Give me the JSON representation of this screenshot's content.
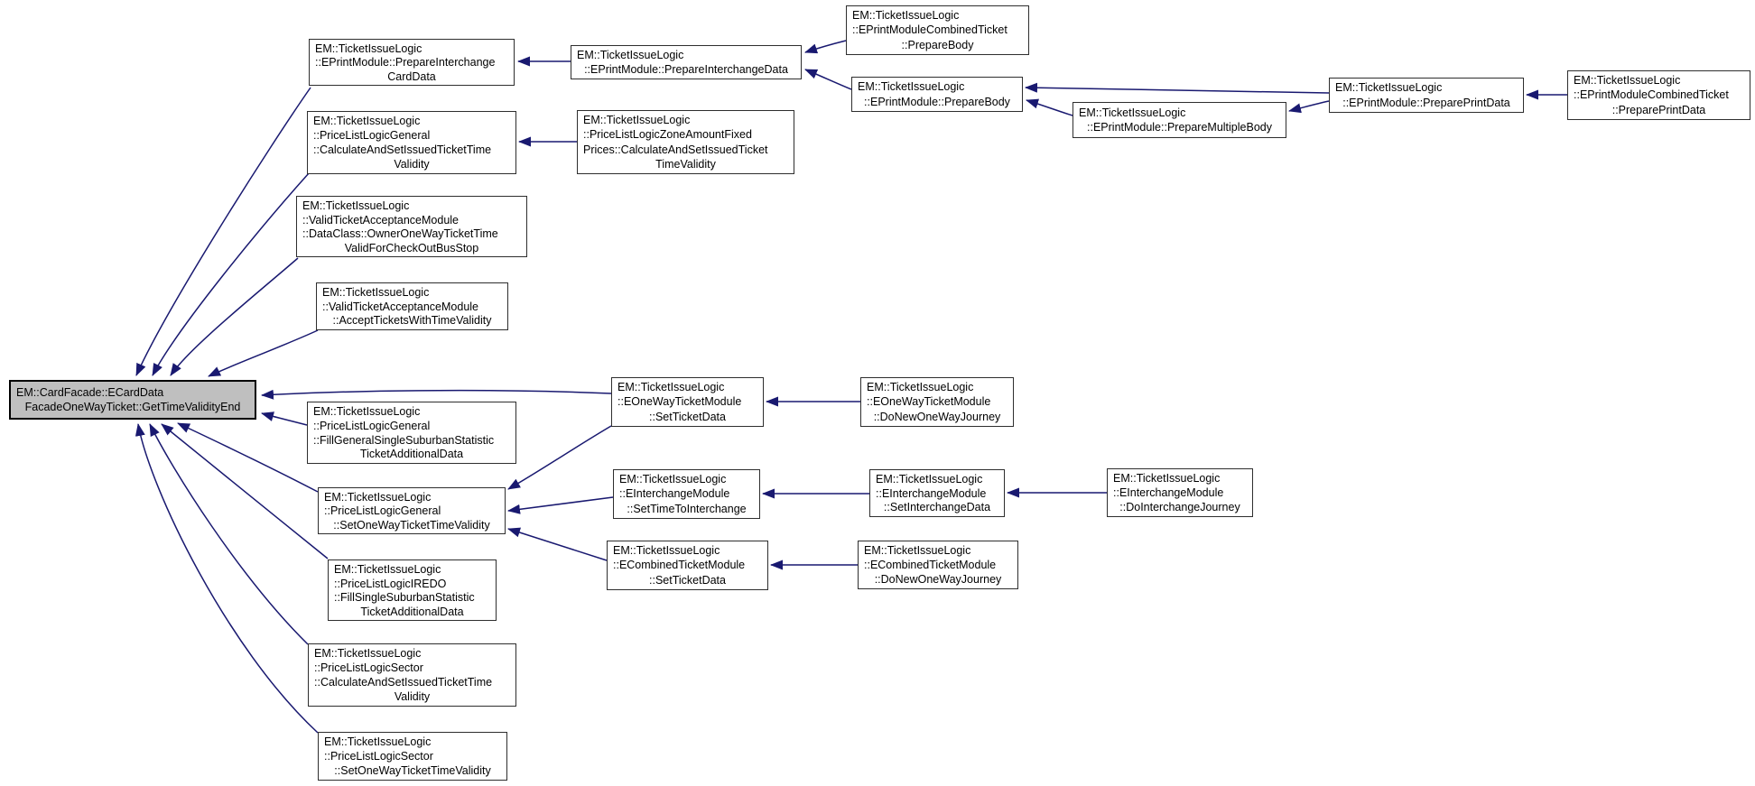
{
  "diagram": {
    "kind": "caller-graph",
    "background_color": "#ffffff",
    "edge_color": "#191970",
    "node_border_color": "#2e2e2e",
    "node_fill_color": "#ffffff",
    "root_fill_color": "#bfbfbf",
    "nodes": [
      {
        "id": "root",
        "is_root": true,
        "lines": [
          "EM::CardFacade::ECardData",
          "FacadeOneWayTicket::GetTimeValidityEnd"
        ]
      },
      {
        "id": "prepareInterchangeCardData",
        "is_root": false,
        "lines": [
          "EM::TicketIssueLogic",
          "::EPrintModule::PrepareInterchange",
          "CardData"
        ]
      },
      {
        "id": "generalCalcValidity",
        "is_root": false,
        "lines": [
          "EM::TicketIssueLogic",
          "::PriceListLogicGeneral",
          "::CalculateAndSetIssuedTicketTime",
          "Validity"
        ]
      },
      {
        "id": "ownerOneWay",
        "is_root": false,
        "lines": [
          "EM::TicketIssueLogic",
          "::ValidTicketAcceptanceModule",
          "::DataClass::OwnerOneWayTicketTime",
          "ValidForCheckOutBusStop"
        ]
      },
      {
        "id": "acceptTickets",
        "is_root": false,
        "lines": [
          "EM::TicketIssueLogic",
          "::ValidTicketAcceptanceModule",
          "::AcceptTicketsWithTimeValidity"
        ]
      },
      {
        "id": "fillGeneral",
        "is_root": false,
        "lines": [
          "EM::TicketIssueLogic",
          "::PriceListLogicGeneral",
          "::FillGeneralSingleSuburbanStatistic",
          "TicketAdditionalData"
        ]
      },
      {
        "id": "generalSetOneWay",
        "is_root": false,
        "lines": [
          "EM::TicketIssueLogic",
          "::PriceListLogicGeneral",
          "::SetOneWayTicketTimeValidity"
        ]
      },
      {
        "id": "iredoFill",
        "is_root": false,
        "lines": [
          "EM::TicketIssueLogic",
          "::PriceListLogicIREDO",
          "::FillSingleSuburbanStatistic",
          "TicketAdditionalData"
        ]
      },
      {
        "id": "sectorCalc",
        "is_root": false,
        "lines": [
          "EM::TicketIssueLogic",
          "::PriceListLogicSector",
          "::CalculateAndSetIssuedTicketTime",
          "Validity"
        ]
      },
      {
        "id": "sectorSetOneWay",
        "is_root": false,
        "lines": [
          "EM::TicketIssueLogic",
          "::PriceListLogicSector",
          "::SetOneWayTicketTimeValidity"
        ]
      },
      {
        "id": "prepareInterchangeData",
        "is_root": false,
        "lines": [
          "EM::TicketIssueLogic",
          "::EPrintModule::PrepareInterchangeData"
        ]
      },
      {
        "id": "zoneAmountCalc",
        "is_root": false,
        "lines": [
          "EM::TicketIssueLogic",
          "::PriceListLogicZoneAmountFixed",
          "Prices::CalculateAndSetIssuedTicket",
          "TimeValidity"
        ]
      },
      {
        "id": "eOneWaySetTicketData",
        "is_root": false,
        "lines": [
          "EM::TicketIssueLogic",
          "::EOneWayTicketModule",
          "::SetTicketData"
        ]
      },
      {
        "id": "setTimeToInterchange",
        "is_root": false,
        "lines": [
          "EM::TicketIssueLogic",
          "::EInterchangeModule",
          "::SetTimeToInterchange"
        ]
      },
      {
        "id": "eCombinedSetTicketData",
        "is_root": false,
        "lines": [
          "EM::TicketIssueLogic",
          "::ECombinedTicketModule",
          "::SetTicketData"
        ]
      },
      {
        "id": "combinedPrepareBody",
        "is_root": false,
        "lines": [
          "EM::TicketIssueLogic",
          "::EPrintModuleCombinedTicket",
          "::PrepareBody"
        ]
      },
      {
        "id": "prepareBody",
        "is_root": false,
        "lines": [
          "EM::TicketIssueLogic",
          "::EPrintModule::PrepareBody"
        ]
      },
      {
        "id": "eOneWayDoNew",
        "is_root": false,
        "lines": [
          "EM::TicketIssueLogic",
          "::EOneWayTicketModule",
          "::DoNewOneWayJourney"
        ]
      },
      {
        "id": "setInterchangeData",
        "is_root": false,
        "lines": [
          "EM::TicketIssueLogic",
          "::EInterchangeModule",
          "::SetInterchangeData"
        ]
      },
      {
        "id": "eCombinedDoNew",
        "is_root": false,
        "lines": [
          "EM::TicketIssueLogic",
          "::ECombinedTicketModule",
          "::DoNewOneWayJourney"
        ]
      },
      {
        "id": "prepareMultipleBody",
        "is_root": false,
        "lines": [
          "EM::TicketIssueLogic",
          "::EPrintModule::PrepareMultipleBody"
        ]
      },
      {
        "id": "doInterchangeJourney",
        "is_root": false,
        "lines": [
          "EM::TicketIssueLogic",
          "::EInterchangeModule",
          "::DoInterchangeJourney"
        ]
      },
      {
        "id": "preparePrintData",
        "is_root": false,
        "lines": [
          "EM::TicketIssueLogic",
          "::EPrintModule::PreparePrintData"
        ]
      },
      {
        "id": "combinedPreparePrintData",
        "is_root": false,
        "lines": [
          "EM::TicketIssueLogic",
          "::EPrintModuleCombinedTicket",
          "::PreparePrintData"
        ]
      }
    ],
    "edges": [
      {
        "from": "prepareInterchangeCardData",
        "to": "root"
      },
      {
        "from": "generalCalcValidity",
        "to": "root"
      },
      {
        "from": "ownerOneWay",
        "to": "root"
      },
      {
        "from": "acceptTickets",
        "to": "root"
      },
      {
        "from": "eOneWaySetTicketData",
        "to": "root"
      },
      {
        "from": "fillGeneral",
        "to": "root"
      },
      {
        "from": "generalSetOneWay",
        "to": "root"
      },
      {
        "from": "iredoFill",
        "to": "root"
      },
      {
        "from": "sectorCalc",
        "to": "root"
      },
      {
        "from": "sectorSetOneWay",
        "to": "root"
      },
      {
        "from": "prepareInterchangeData",
        "to": "prepareInterchangeCardData"
      },
      {
        "from": "combinedPrepareBody",
        "to": "prepareInterchangeData"
      },
      {
        "from": "prepareBody",
        "to": "prepareInterchangeData"
      },
      {
        "from": "preparePrintData",
        "to": "prepareBody"
      },
      {
        "from": "prepareMultipleBody",
        "to": "prepareBody"
      },
      {
        "from": "preparePrintData",
        "to": "prepareMultipleBody"
      },
      {
        "from": "combinedPreparePrintData",
        "to": "preparePrintData"
      },
      {
        "from": "zoneAmountCalc",
        "to": "generalCalcValidity"
      },
      {
        "from": "eOneWayDoNew",
        "to": "eOneWaySetTicketData"
      },
      {
        "from": "eOneWaySetTicketData",
        "to": "generalSetOneWay"
      },
      {
        "from": "setTimeToInterchange",
        "to": "generalSetOneWay"
      },
      {
        "from": "eCombinedSetTicketData",
        "to": "generalSetOneWay"
      },
      {
        "from": "setInterchangeData",
        "to": "setTimeToInterchange"
      },
      {
        "from": "doInterchangeJourney",
        "to": "setInterchangeData"
      },
      {
        "from": "eCombinedDoNew",
        "to": "eCombinedSetTicketData"
      }
    ]
  }
}
